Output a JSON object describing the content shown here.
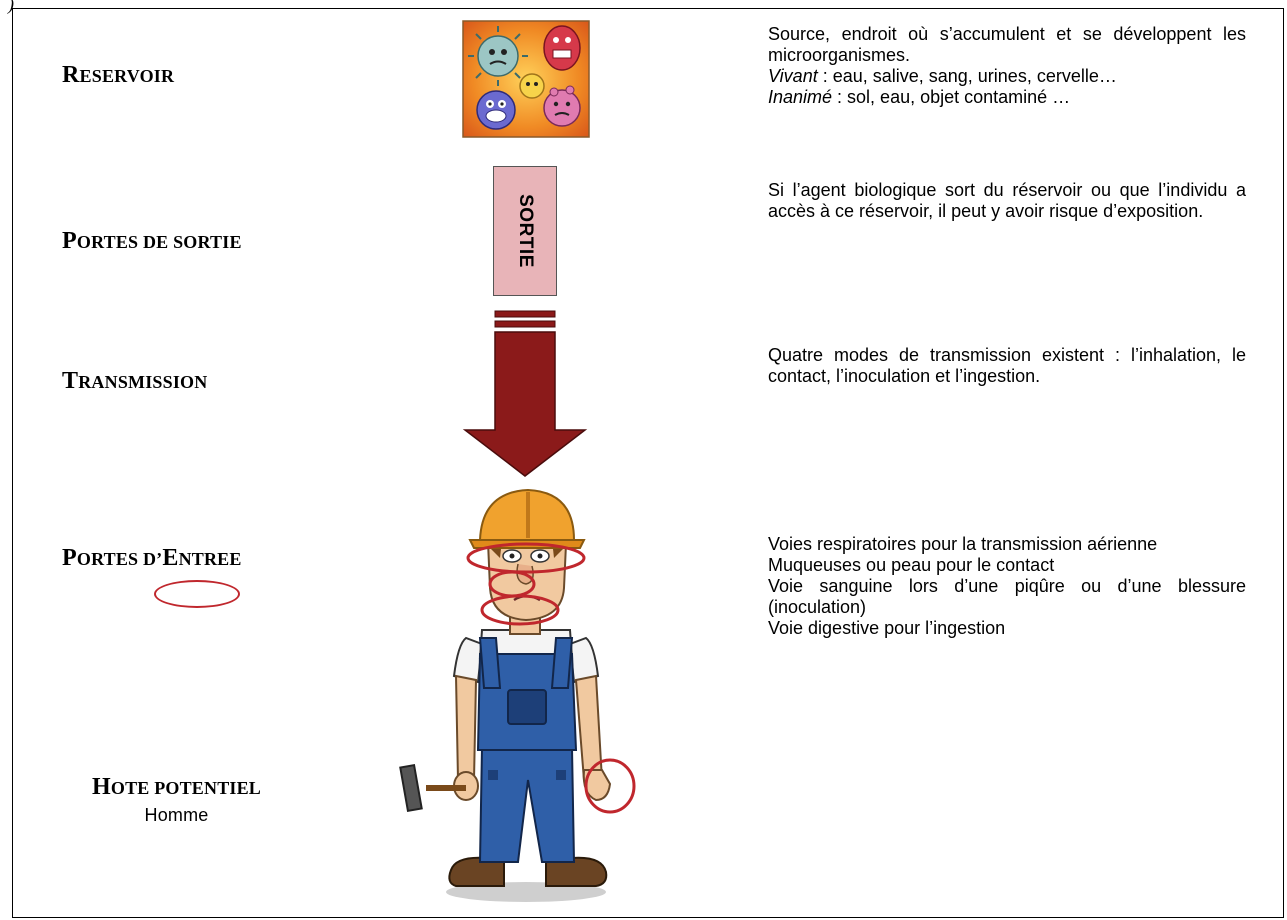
{
  "corner_mark": ")",
  "stages": [
    {
      "id": "reservoir",
      "first": "R",
      "rest": "ESERVOIR"
    },
    {
      "id": "sortie",
      "first": "P",
      "rest": "ORTES DE SORTIE"
    },
    {
      "id": "transmission",
      "first": "T",
      "rest": "RANSMISSION"
    },
    {
      "id": "entree",
      "first": "P",
      "rest": "ORTES D’",
      "first2": "E",
      "rest2": "NTREE"
    },
    {
      "id": "hote",
      "first": "H",
      "rest": "OTE POTENTIEL",
      "sub": "Homme"
    }
  ],
  "sortie_box_label": "SORTIE",
  "descriptions": {
    "reservoir": {
      "line1": "Source, endroit où s’accumulent et se développent les microorganismes.",
      "vivant_label": "Vivant",
      "vivant_text": " : eau, salive, sang, urines, cervelle…",
      "inanime_label": "Inanimé",
      "inanime_text": " : sol, eau, objet contaminé …"
    },
    "sortie": "Si l’agent biologique sort du réservoir ou que l’individu a accès à ce réservoir, il peut y avoir risque d’exposition.",
    "transmission": "Quatre modes de transmission existent : l’inhalation, le contact, l’inoculation et l’ingestion.",
    "entree": [
      "Voies respiratoires pour la transmission aérienne",
      "Muqueuses ou peau pour le contact",
      "Voie sanguine lors d’une piqûre ou d’une blessure (inoculation)",
      "Voie digestive pour l’ingestion"
    ]
  },
  "colors": {
    "sortie_box": "#e8b4b8",
    "arrow": "#8b1a1a",
    "highlight_ellipse": "#c0272d",
    "germ_background": "#f08a24",
    "overalls": "#2f5fa8",
    "helmet": "#f0a22e"
  },
  "icons": {
    "reservoir_image": "germs-illustration",
    "host_image": "worker-with-hammer-illustration",
    "transmission_arrow": "down-arrow-icon"
  }
}
